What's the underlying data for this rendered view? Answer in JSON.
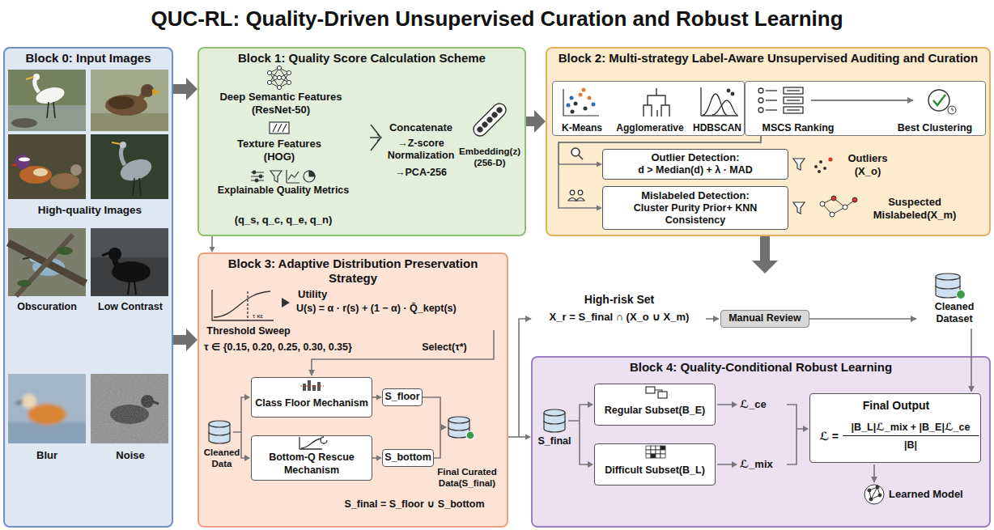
{
  "diagram": {
    "title": "QUC-RL: Quality-Driven Unsupervised Curation and Robust Learning",
    "nodes": [
      {
        "text": [
          "Block 0: Input Images"
        ]
      },
      {
        "text": [
          "Block 1: Quality Score Calculation Scheme"
        ]
      },
      {
        "text": [
          "Block 2: Multi-strategy Label-Aware Unsupervised Auditing and Curation"
        ]
      },
      {
        "text": [
          "Block 3: Adaptive Distribution Preservation Strategy"
        ]
      },
      {
        "text": [
          "Block 4: Quality-Conditional Robust Learning"
        ]
      },
      {
        "text": [
          "K-Means",
          "Agglomerative",
          "HDBSCAN"
        ],
        "in": 2
      },
      {
        "text": [
          "MSCS Ranking",
          "Best Clustering"
        ],
        "in": 2
      },
      {
        "text": [
          "Outlier Detection:",
          "d > Median(d) + λ · MAD"
        ],
        "in": 2
      },
      {
        "text": [
          "Mislabeled Detection:",
          "Cluster Purity Prior+ KNN Consistency"
        ],
        "in": 2
      },
      {
        "text": [
          "Class Floor Mechanism"
        ],
        "in": 3
      },
      {
        "text": [
          "Bottom-Q Rescue Mechanism"
        ],
        "in": 3
      },
      {
        "text": [
          "S_floor"
        ],
        "in": 3
      },
      {
        "text": [
          "S_bottom"
        ],
        "in": 3
      },
      {
        "text": [
          "Manual Review"
        ]
      },
      {
        "text": [
          "Regular Subset(B_E)"
        ],
        "in": 4
      },
      {
        "text": [
          "Difficult Subset(B_L)"
        ],
        "in": 4
      },
      {
        "text": [
          "Final Output",
          "ℒ =",
          "|B_L|ℒ_mix + |B_E|ℒ_ce",
          "|B|"
        ],
        "in": 4
      }
    ],
    "edges": [
      {
        "from": 0,
        "to": 1,
        "arrow": "to"
      },
      {
        "from": 0,
        "to": 3,
        "arrow": "to"
      },
      {
        "from": 1,
        "to": 2,
        "arrow": "to"
      },
      {
        "from": 1,
        "to": 3,
        "arrow": "to"
      },
      {
        "from": 6,
        "to": 7,
        "arrow": "to"
      },
      {
        "from": 6,
        "to": 8,
        "arrow": "to"
      },
      {
        "from": 9,
        "to": 11,
        "arrow": "to"
      },
      {
        "from": 10,
        "to": 12,
        "arrow": "to"
      },
      {
        "from": 3,
        "to": 4,
        "arrow": "to"
      }
    ],
    "labels": [
      "High-quality Images",
      "Obscuration",
      "Low Contrast",
      "Blur",
      "Noise",
      "Deep Semantic Features (ResNet-50)",
      "Texture Features (HOG)",
      "Explainable Quality Metrics",
      "(q_s, q_c, q_e, q_n)",
      "Concatenate",
      "→Z-score Normalization",
      "→PCA-256",
      "Embedding(z) (256-D)",
      "Outliers (X_o)",
      "Suspected Mislabeled(X_m)",
      "τ κε",
      "Utility",
      "U(s) = α · r(s) + (1 − α) · Q̄_kept(s)",
      "Threshold Sweep",
      "τ ∈ {0.15, 0.20, 0.25, 0.30, 0.35}",
      "Select(τ*)",
      "Cleaned Data",
      "Final Curated Data(S_final)",
      "S_final = S_floor ∪ S_bottom",
      "High-risk Set",
      "X_r = S_final ∩ (X_o ∪ X_m)",
      "Cleaned Dataset",
      "S_final",
      "ℒ_ce",
      "ℒ_mix",
      "Learned Model"
    ]
  }
}
